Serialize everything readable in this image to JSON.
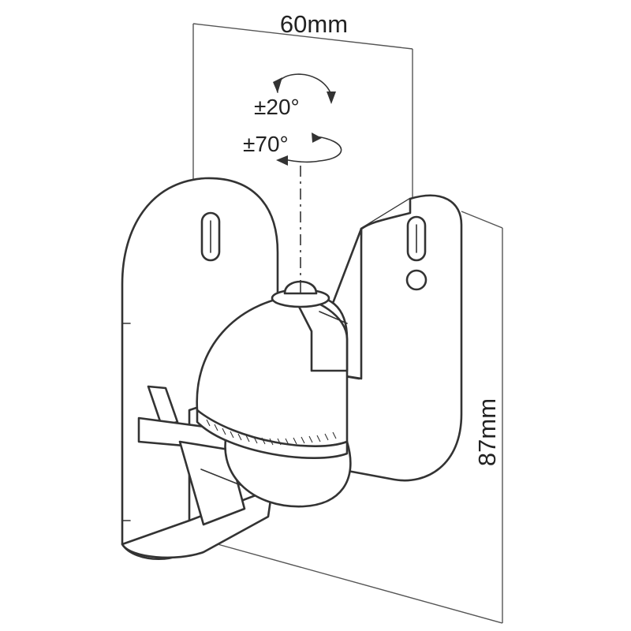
{
  "drawing": {
    "width_label": "60mm",
    "height_label": "87mm",
    "tilt_label": "±20°",
    "swivel_label": "±70°"
  },
  "colors": {
    "line": "#333333",
    "dimension_line": "#555555",
    "background": "#ffffff"
  }
}
